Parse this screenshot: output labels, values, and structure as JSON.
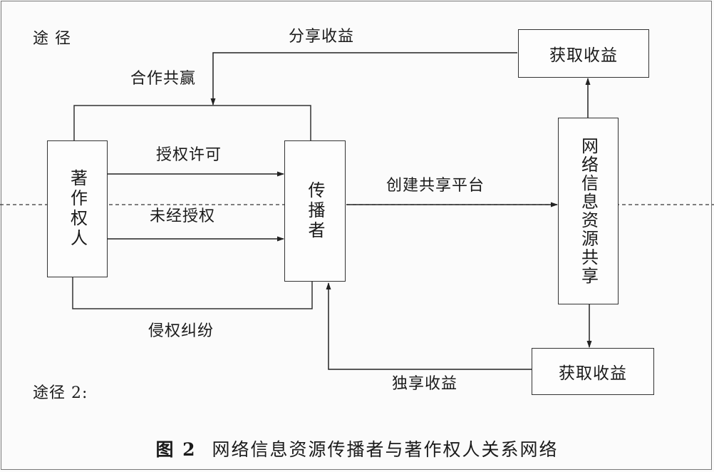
{
  "path_labels": {
    "path1": "途 径",
    "path2": "途径 2:"
  },
  "nodes": {
    "copyright_holder": "著作权人",
    "disseminator": "传播者",
    "resource_sharing": "网络信息资源共享",
    "gain_top": "获取收益",
    "gain_bottom": "获取收益"
  },
  "edges": {
    "share_revenue": "分享收益",
    "win_win": "合作共赢",
    "authorized": "授权许可",
    "unauthorized": "未经授权",
    "create_platform": "创建共享平台",
    "infringement": "侵权纠纷",
    "exclusive_revenue": "独享收益"
  },
  "caption": {
    "figure_number": "图 2",
    "title": "网络信息资源传播者与著作权人关系网络"
  }
}
